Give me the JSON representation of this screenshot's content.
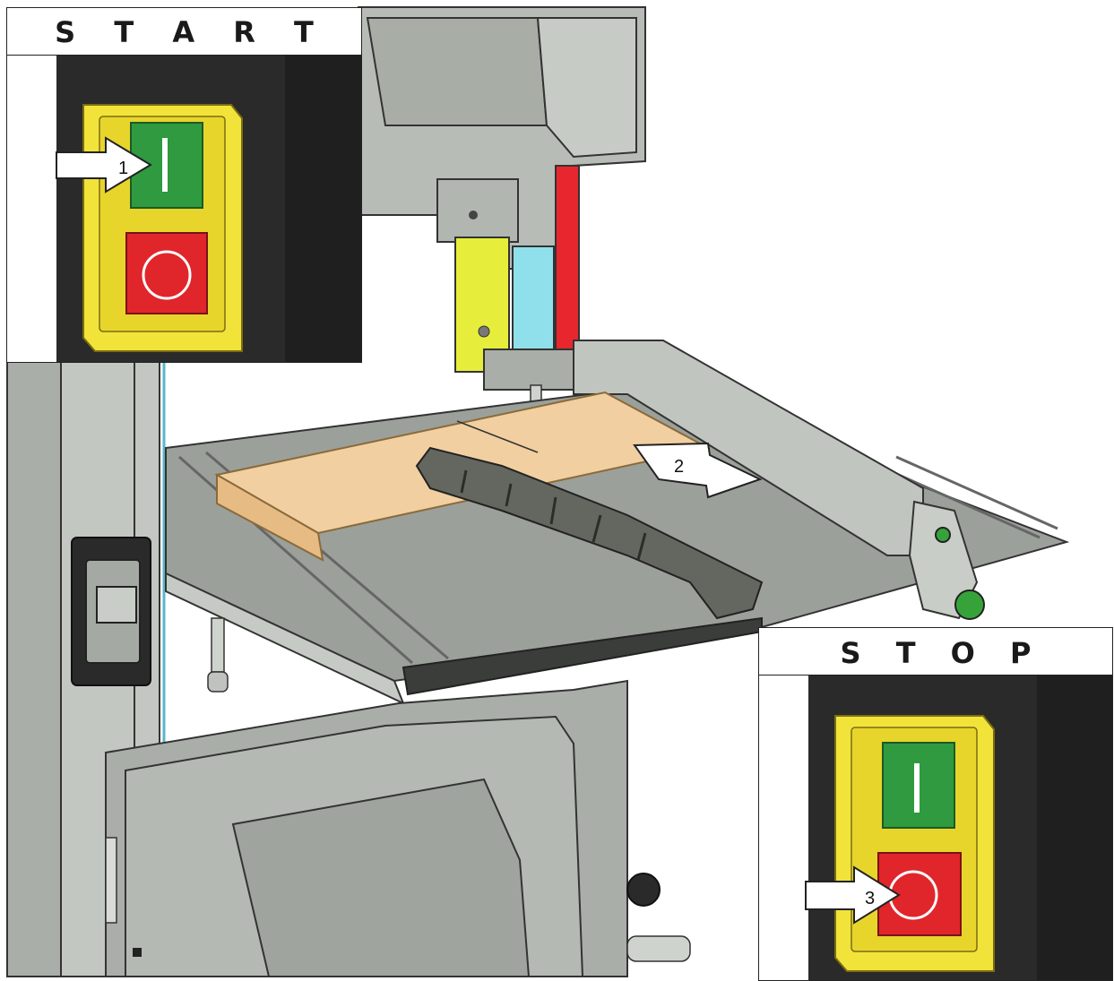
{
  "insets": {
    "start": {
      "title": "S T A R T",
      "callout": "1"
    },
    "stop": {
      "title": "S T O P",
      "callout": "3"
    }
  },
  "scene": {
    "callout": "2"
  },
  "colors": {
    "start_button": "#2f9a3f",
    "stop_button": "#e0262b",
    "switch_housing": "#f2e33a",
    "blade_guard": "#e8262d",
    "guide_yellow": "#e6ee3b",
    "guide_cyan": "#8fe0ea",
    "workpiece": "#f1cfa0",
    "machine_grey": "#b5bab4",
    "panel_dark": "#2a2a2a"
  },
  "icons": [
    "arrow-icon",
    "power-on-symbol-icon",
    "power-off-symbol-icon"
  ]
}
